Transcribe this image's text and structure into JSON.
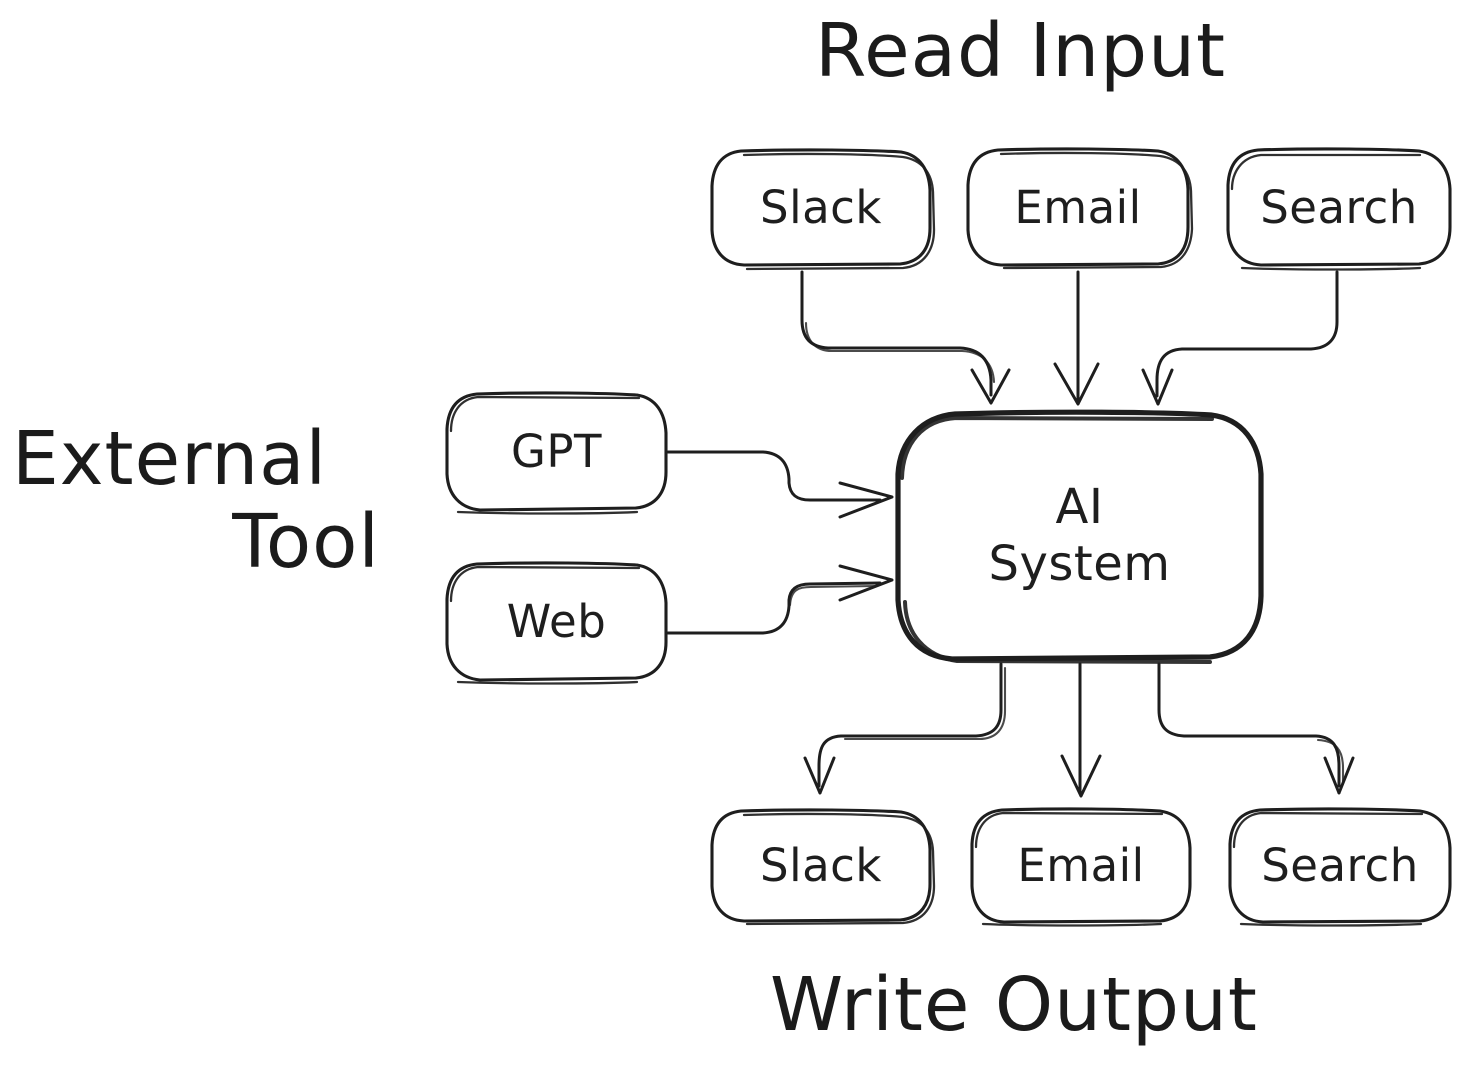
{
  "diagram": {
    "title_read_input": "Read Input",
    "title_write_output": "Write Output",
    "title_external_tool_line1": "External",
    "title_external_tool_line2": "Tool",
    "stroke_color": "#1e1e1e",
    "background_color": "#ffffff",
    "style": "hand-drawn"
  },
  "center_node": {
    "label_line1": "AI",
    "label_line2": "System"
  },
  "input_nodes": [
    {
      "id": "input-slack",
      "label": "Slack"
    },
    {
      "id": "input-email",
      "label": "Email"
    },
    {
      "id": "input-search",
      "label": "Search"
    }
  ],
  "tool_nodes": [
    {
      "id": "tool-gpt",
      "label": "GPT"
    },
    {
      "id": "tool-web",
      "label": "Web"
    }
  ],
  "output_nodes": [
    {
      "id": "output-slack",
      "label": "Slack"
    },
    {
      "id": "output-email",
      "label": "Email"
    },
    {
      "id": "output-search",
      "label": "Search"
    }
  ],
  "edges": [
    {
      "from": "input-slack",
      "to": "ai-system",
      "direction": "down"
    },
    {
      "from": "input-email",
      "to": "ai-system",
      "direction": "down"
    },
    {
      "from": "input-search",
      "to": "ai-system",
      "direction": "down"
    },
    {
      "from": "tool-gpt",
      "to": "ai-system",
      "direction": "right"
    },
    {
      "from": "tool-web",
      "to": "ai-system",
      "direction": "right"
    },
    {
      "from": "ai-system",
      "to": "output-slack",
      "direction": "down"
    },
    {
      "from": "ai-system",
      "to": "output-email",
      "direction": "down"
    },
    {
      "from": "ai-system",
      "to": "output-search",
      "direction": "down"
    }
  ]
}
